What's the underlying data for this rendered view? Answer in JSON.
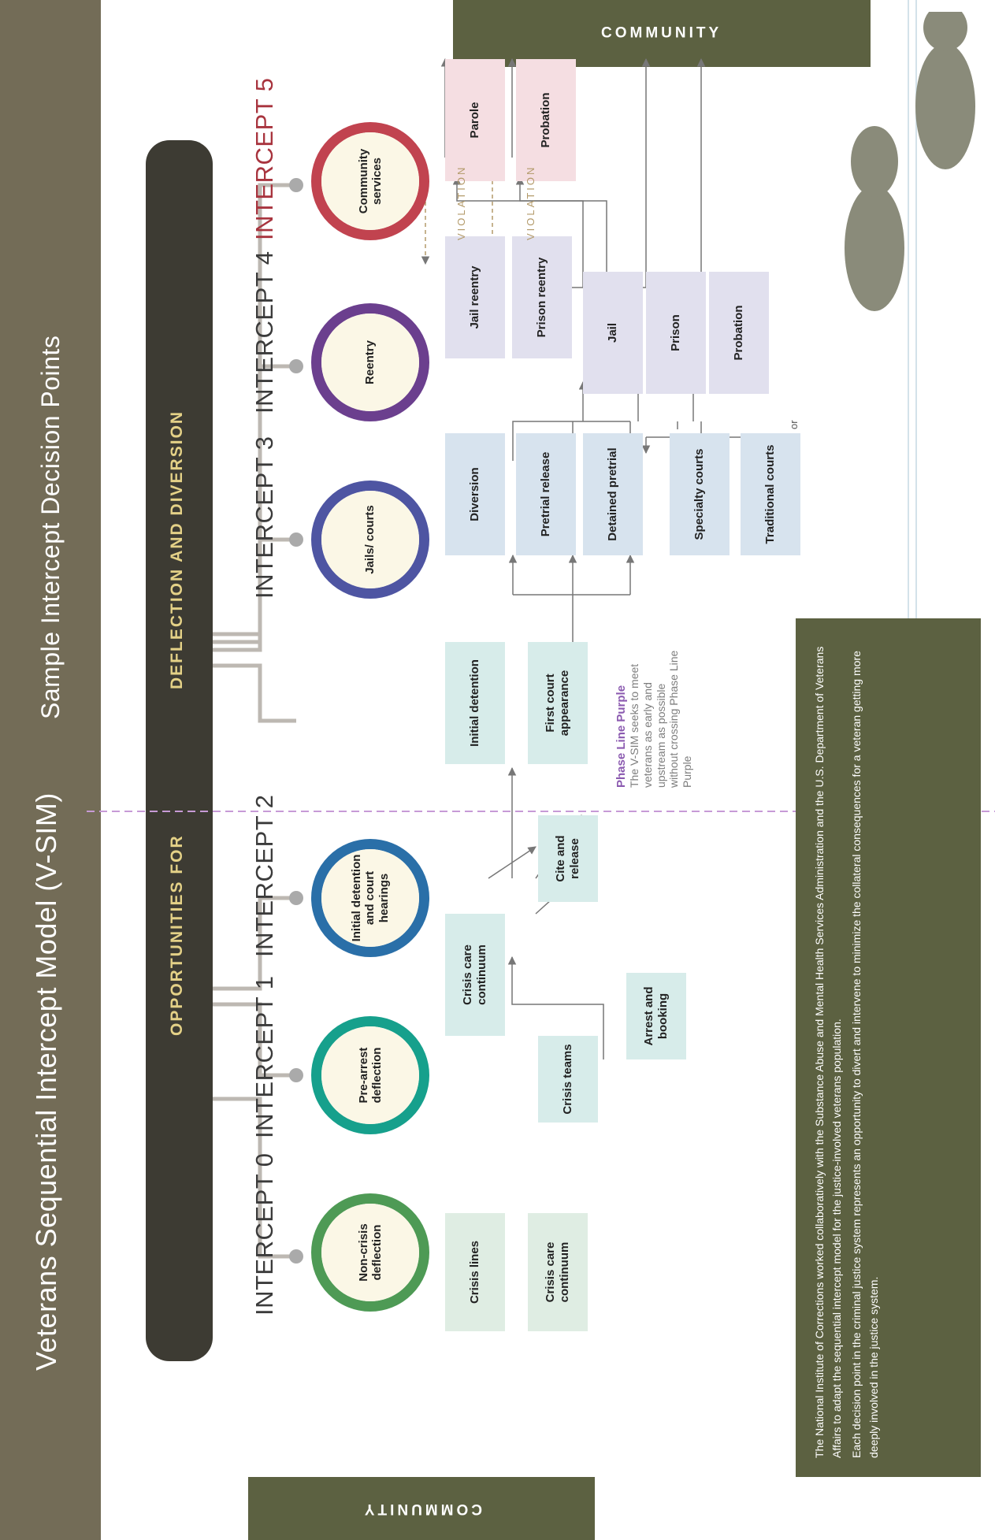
{
  "title": "Veterans Sequential Intercept Model (V-SIM)",
  "subtitle": "Sample Intercept Decision Points",
  "opportunities": {
    "prefix": "OPPORTUNITIES FOR",
    "highlight": "DEFLECTION AND DIVERSION"
  },
  "community_label": "COMMUNITY",
  "intercepts": [
    {
      "label": "INTERCEPT 0",
      "circle": "Non-crisis deflection",
      "color": "#4e9a55"
    },
    {
      "label": "INTERCEPT 1",
      "circle": "Pre-arrest deflection",
      "color": "#16a08c"
    },
    {
      "label": "INTERCEPT 2",
      "circle": "Initial detention and court hearings",
      "color": "#2a6fa8"
    },
    {
      "label": "INTERCEPT 3",
      "circle": "Jails/ courts",
      "color": "#4e55a2"
    },
    {
      "label": "INTERCEPT 4",
      "circle": "Reentry",
      "color": "#6b3f8e"
    },
    {
      "label": "INTERCEPT 5",
      "circle": "Community services",
      "color": "#c1434f"
    }
  ],
  "boxes": {
    "crisis_lines": "Crisis lines",
    "crisis_care_0": "Crisis care continuum",
    "crisis_care_1": "Crisis care continuum",
    "crisis_teams": "Crisis teams",
    "cite_release": "Cite and release",
    "arrest_booking": "Arrest and booking",
    "initial_detention": "Initial detention",
    "first_court": "First court appearance",
    "diversion": "Diversion",
    "pretrial_release": "Pretrial release",
    "detained_pretrial": "Detained pretrial",
    "specialty_courts": "Specialty courts",
    "traditional_courts": "Traditional courts",
    "jail_reentry": "Jail reentry",
    "prison_reentry": "Prison reentry",
    "jail": "Jail",
    "prison": "Prison",
    "probation_4": "Probation",
    "parole": "Parole",
    "probation_5": "Probation"
  },
  "or_label": "or",
  "violation_label": "VIOLATION",
  "phase_line": {
    "title": "Phase Line Purple",
    "text": "The V-SIM seeks to meet veterans as early and upstream as possible without crossing Phase Line Purple"
  },
  "info_paragraphs": [
    "The National Institute of Corrections worked collaboratively with the Substance Abuse and Mental Health Services Administration and the U.S. Department of Veterans Affairs to adapt the sequential intercept model for the justice-involved veterans population.",
    "Each decision point in the criminal justice system represents an opportunity to divert and intervene to minimize the collateral consequences for a veteran getting more deeply involved in the justice system."
  ],
  "colors": {
    "header": "#736c57",
    "dark_bar": "#3d3b33",
    "community": "#5c6141",
    "phase_line": "#c79ad6"
  }
}
